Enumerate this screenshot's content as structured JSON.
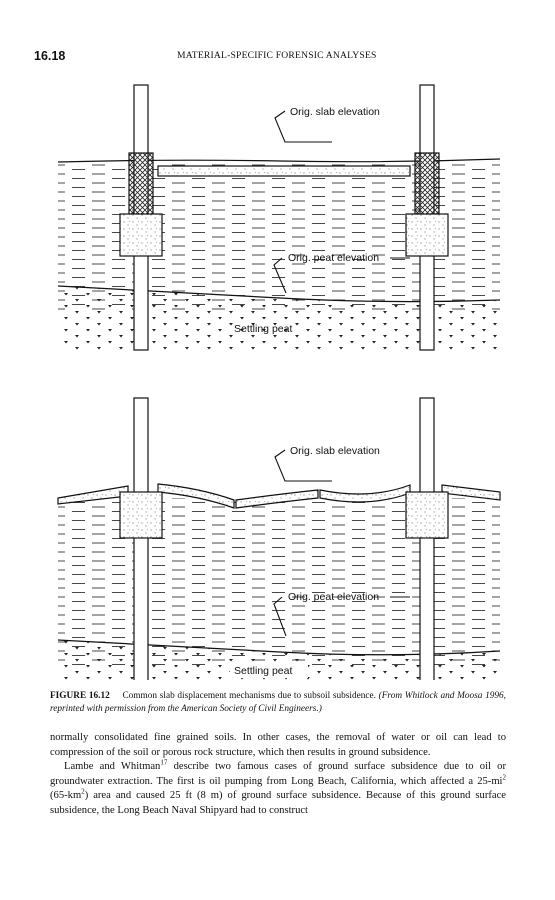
{
  "header": {
    "page_number": "16.18",
    "running_head": "MATERIAL-SPECIFIC FORENSIC ANALYSES"
  },
  "figure": {
    "panel_top": {
      "slab_label": "Orig. slab elevation",
      "peat_label": "Orig. peat elevation",
      "settling_label": "Settling peat"
    },
    "panel_bottom": {
      "slab_label": "Orig. slab elevation",
      "peat_label": "Orig. peat elevation",
      "settling_label": "Settling peat"
    }
  },
  "caption": {
    "number": "FIGURE 16.12",
    "text": "Common slab displacement mechanisms due to subsoil subsidence.",
    "credit": "(From Whitlock and Moosa 1996, reprinted with permission from the American Society of Civil Engineers.)"
  },
  "body": {
    "p1": "normally consolidated fine grained soils. In other cases, the removal of water or oil can lead to compression of the soil or porous rock structure, which then results in ground subsidence.",
    "p2_a": "Lambe and Whitman",
    "p2_ref": "17",
    "p2_b": " describe two famous cases of ground surface subsidence due to oil or groundwater extraction. The first is oil pumping from Long Beach, California, which affected a 25-mi",
    "p2_sup1": "2",
    "p2_c": " (65-km",
    "p2_sup2": "2",
    "p2_d": ") area and caused 25 ft (8 m) of ground surface subsidence. Because of this ground surface subsidence, the Long Beach Naval Shipyard had to construct"
  }
}
